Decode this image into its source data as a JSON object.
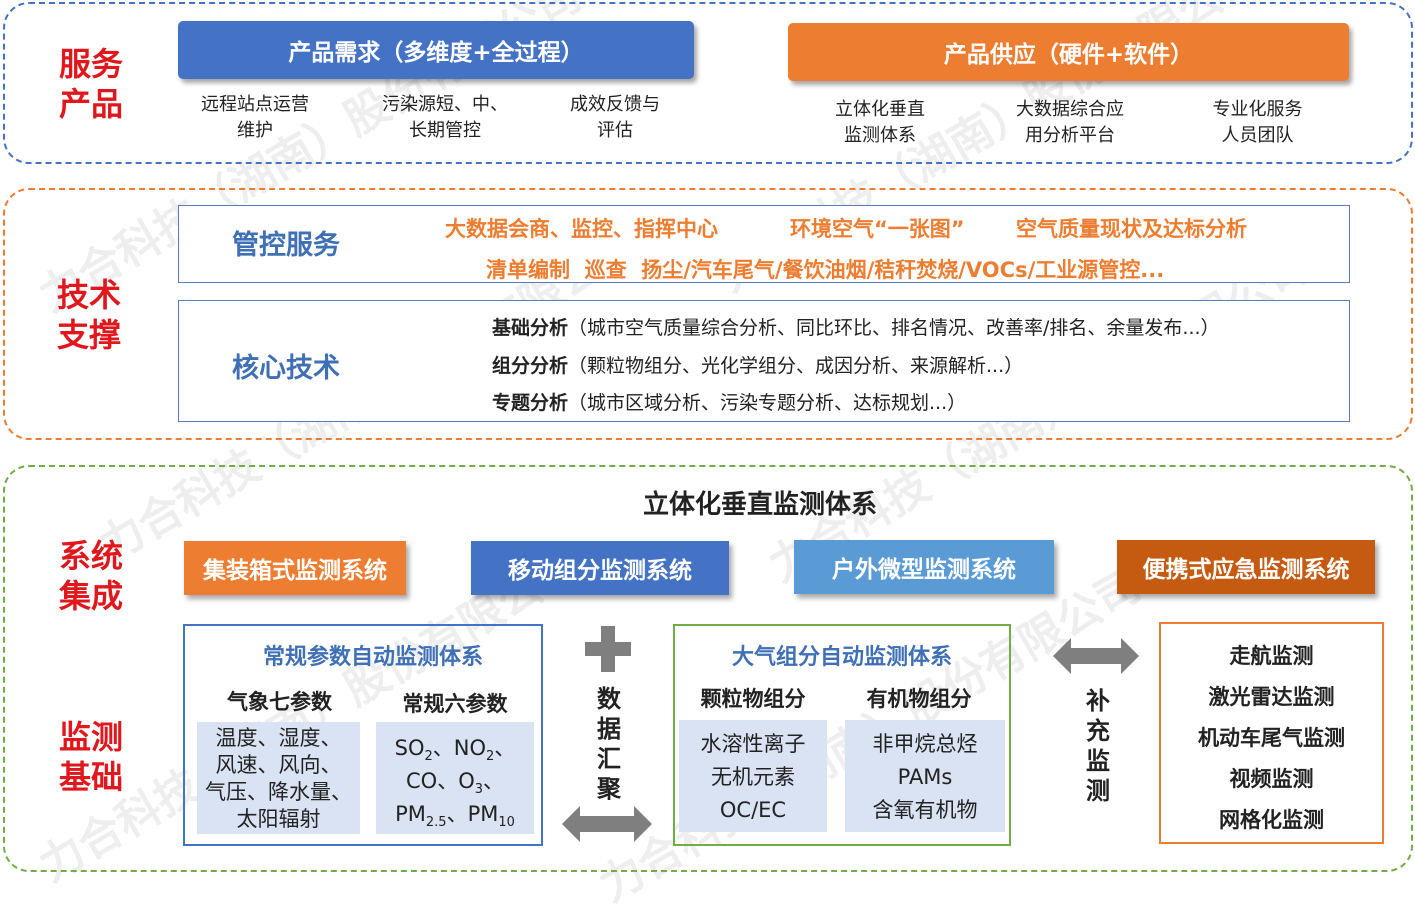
{
  "watermark": "力合科技（湖南）股份有限公司",
  "service": {
    "side_label_1": "服务",
    "side_label_2": "产品",
    "demand": {
      "title": "产品需求（多维度+全过程）",
      "items": [
        [
          "远程站点运营",
          "维护"
        ],
        [
          "污染源短、中、",
          "长期管控"
        ],
        [
          "成效反馈与",
          "评估"
        ]
      ]
    },
    "supply": {
      "title": "产品供应（硬件+软件）",
      "items": [
        [
          "立体化垂直",
          "监测体系"
        ],
        [
          "大数据综合应",
          "用分析平台"
        ],
        [
          "专业化服务",
          "人员团队"
        ]
      ]
    }
  },
  "tech": {
    "side_label_1": "技术",
    "side_label_2": "支撑",
    "control": {
      "title": "管控服务",
      "line1": [
        "大数据会商、监控、指挥中心",
        "环境空气“一张图”",
        "空气质量现状及达标分析"
      ],
      "line2": "清单编制  巡查  扬尘/汽车尾气/餐饮油烟/秸秆焚烧/VOCs/工业源管控..."
    },
    "core": {
      "title": "核心技术",
      "rows": [
        {
          "label": "基础分析",
          "text": "（城市空气质量综合分析、同比环比、排名情况、改善率/排名、余量发布...）"
        },
        {
          "label": "组分分析",
          "text": "（颗粒物组分、光化学组分、成因分析、来源解析...）"
        },
        {
          "label": "专题分析",
          "text": "（城市区域分析、污染专题分析、达标规划...）"
        }
      ]
    }
  },
  "bottom": {
    "side_integ_1": "系统",
    "side_integ_2": "集成",
    "side_mon_1": "监测",
    "side_mon_2": "基础",
    "title": "立体化垂直监测体系",
    "systems": [
      "集装箱式监测系统",
      "移动组分监测系统",
      "户外微型监测系统",
      "便携式应急监测系统"
    ],
    "regular": {
      "title": "常规参数自动监测体系",
      "groups": [
        "气象七参数",
        "常规六参数"
      ],
      "meteo": [
        "温度、湿度、",
        "风速、风向、",
        "气压、降水量、",
        "太阳辐射"
      ],
      "six": {
        "so2": "SO",
        "no2": "NO",
        "co": "CO",
        "o3": "O",
        "pm": "PM",
        "sub2": "2",
        "sub3": "3",
        "sub25": "2.5",
        "sub10": "10",
        "sep": "、"
      }
    },
    "aggregate": [
      "数",
      "据",
      "汇",
      "聚"
    ],
    "atmos": {
      "title": "大气组分自动监测体系",
      "groups": [
        "颗粒物组分",
        "有机物组分"
      ],
      "particle": [
        "水溶性离子",
        "无机元素",
        "OC/EC"
      ],
      "organic": [
        "非甲烷总烃",
        "PAMs",
        "含氧有机物"
      ]
    },
    "supplement": [
      "补",
      "充",
      "监",
      "测"
    ],
    "extra": [
      "走航监测",
      "激光雷达监测",
      "机动车尾气监测",
      "视频监测",
      "网格化监测"
    ]
  },
  "colors": {
    "blue": "#4472c4",
    "orange": "#ed7d31",
    "lightblue": "#5b9bd5",
    "darkorange": "#c55a11",
    "red": "#e0171c",
    "green_border": "#70ad47",
    "light_fill": "#dae3f3"
  }
}
